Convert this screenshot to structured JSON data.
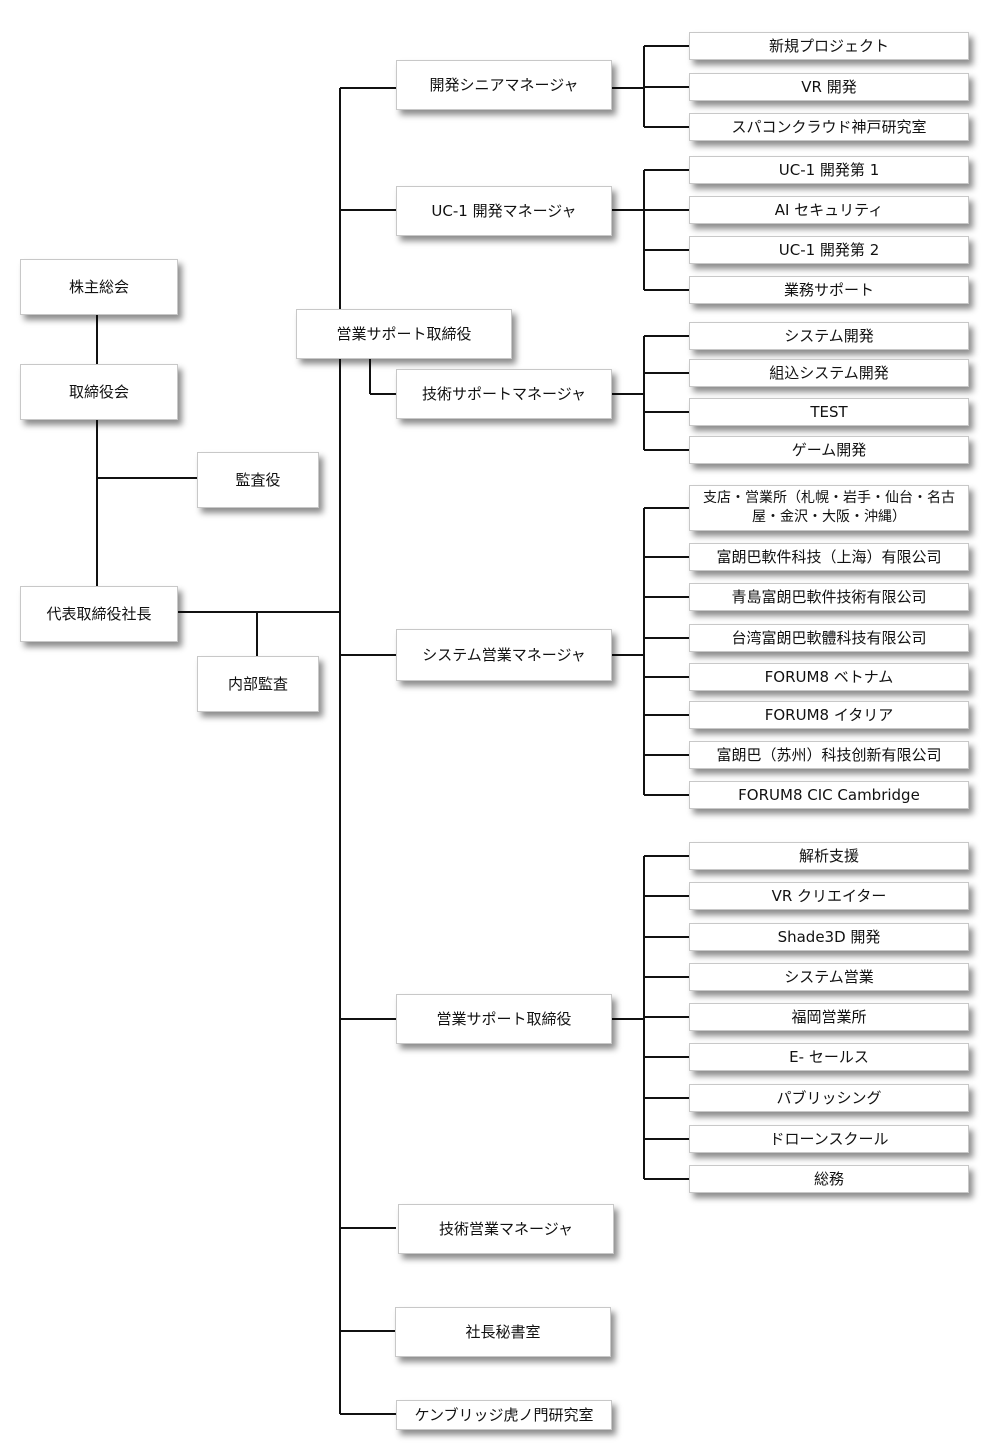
{
  "left": {
    "shareholders": "株主総会",
    "board": "取締役会",
    "auditor": "監査役",
    "president": "代表取締役社長",
    "internal_audit": "内部監査"
  },
  "middle": {
    "dev_senior": "開発シニアマネージャ",
    "uc1_manager": "UC-1 開発マネージャ",
    "sales_support_director_top": "営業サポート取締役",
    "tech_support_manager": "技術サポートマネージャ",
    "system_sales_manager": "システム営業マネージャ",
    "sales_support_director": "営業サポート取締役",
    "tech_sales_manager": "技術営業マネージャ",
    "secretary": "社長秘書室",
    "cambridge_lab": "ケンブリッジ虎ノ門研究室"
  },
  "groups": [
    [
      "新規プロジェクト",
      "VR 開発",
      "スパコンクラウド神戸研究室"
    ],
    [
      "UC-1 開発第 1",
      "AI セキュリティ",
      "UC-1 開発第 2",
      "業務サポート"
    ],
    [
      "システム開発",
      "組込システム開発",
      "TEST",
      "ゲーム開発"
    ],
    [
      "支店・営業所（札幌・岩手・仙台・名古屋・金沢・大阪・沖縄）",
      "富朗巴軟件科技（上海）有限公司",
      "青島富朗巴軟件技術有限公司",
      "台湾富朗巴軟體科技有限公司",
      "FORUM8 ベトナム",
      "FORUM8 イタリア",
      "富朗巴（苏州）科技创新有限公司",
      "FORUM8 CIC Cambridge"
    ],
    [
      "解析支援",
      "VR クリエイター",
      "Shade3D 開発",
      "システム営業",
      "福岡営業所",
      "E- セールス",
      "パブリッシング",
      "ドローンスクール",
      "総務"
    ]
  ]
}
